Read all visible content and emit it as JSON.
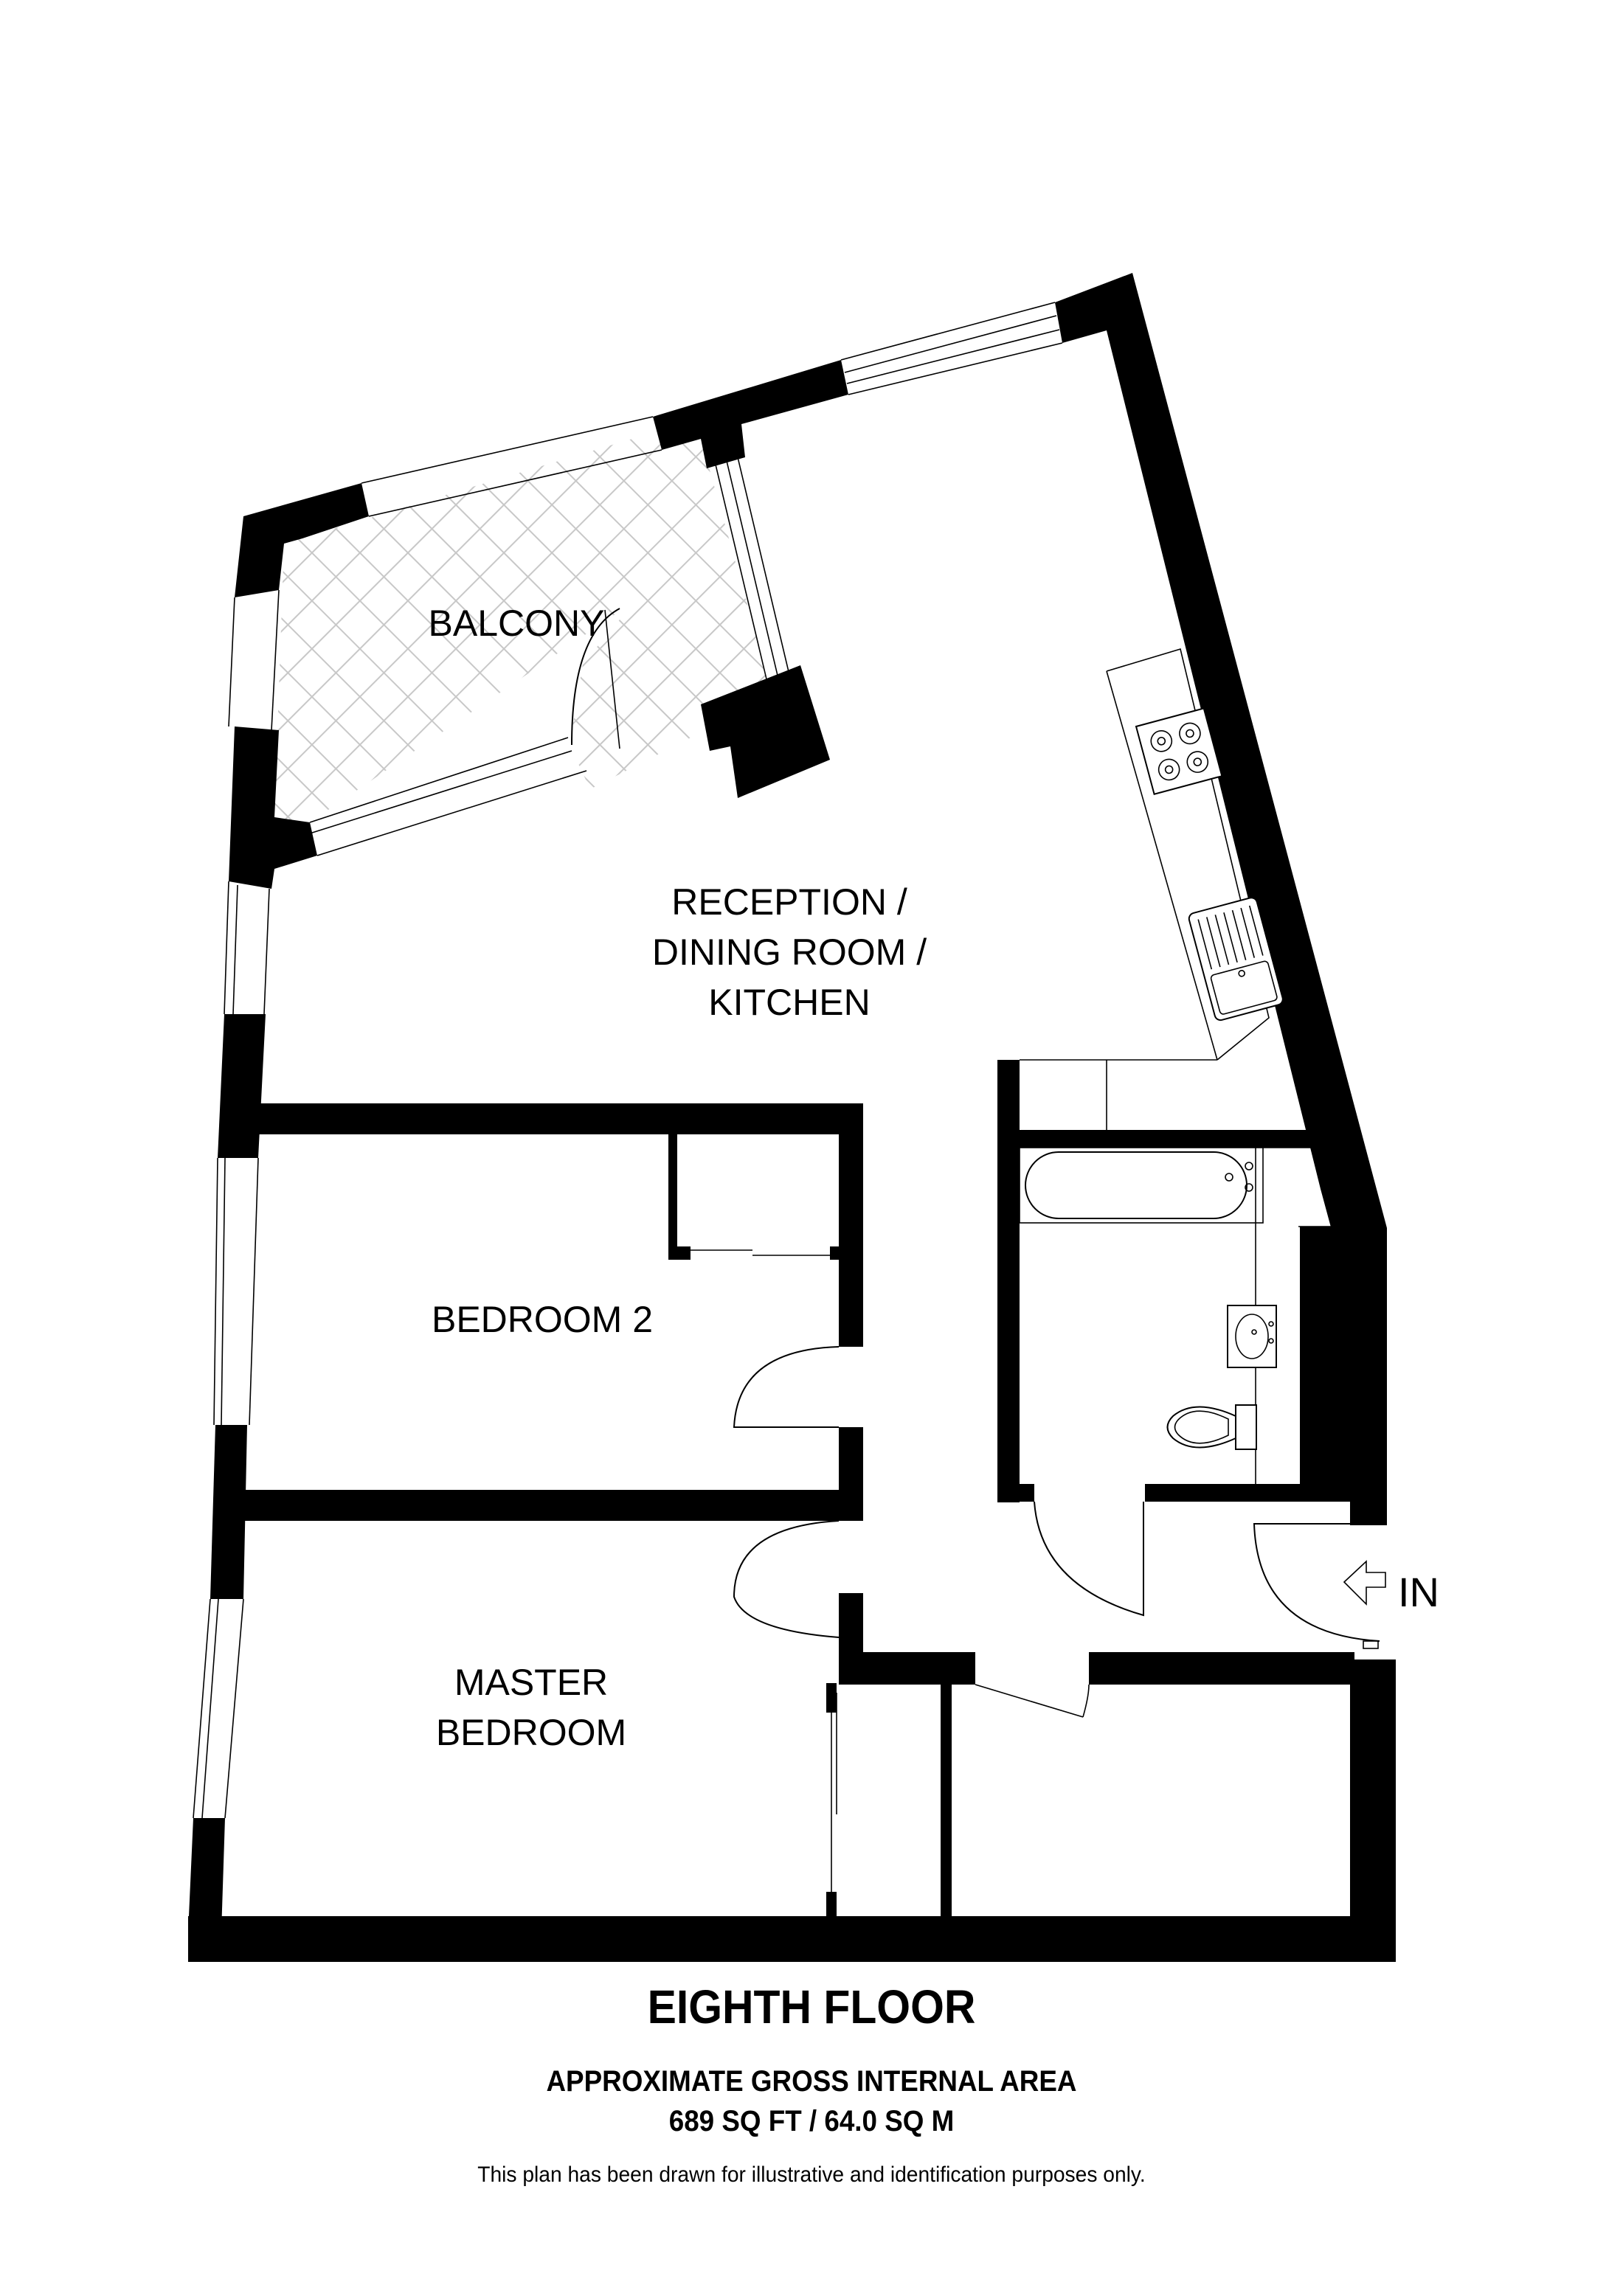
{
  "plan": {
    "floor_title": "EIGHTH FLOOR",
    "area_heading": "APPROXIMATE GROSS INTERNAL AREA",
    "area_value": "689 SQ FT / 64.0 SQ M",
    "disclaimer": "This plan has been drawn for illustrative and identification purposes only.",
    "entrance_label": "IN",
    "colors": {
      "wall": "#000000",
      "background": "#ffffff",
      "balcony_hatch": "#c8c8c8"
    }
  },
  "rooms": {
    "balcony": "BALCONY",
    "reception_line1": "RECEPTION /",
    "reception_line2": "DINING ROOM /",
    "reception_line3": "KITCHEN",
    "bedroom2": "BEDROOM 2",
    "master_line1": "MASTER",
    "master_line2": "BEDROOM"
  },
  "icons": [
    "entrance-arrow-icon",
    "hob-icon",
    "kitchen-sink-icon",
    "bathtub-icon",
    "washbasin-icon",
    "toilet-icon",
    "door-swing-icon",
    "window-icon"
  ]
}
